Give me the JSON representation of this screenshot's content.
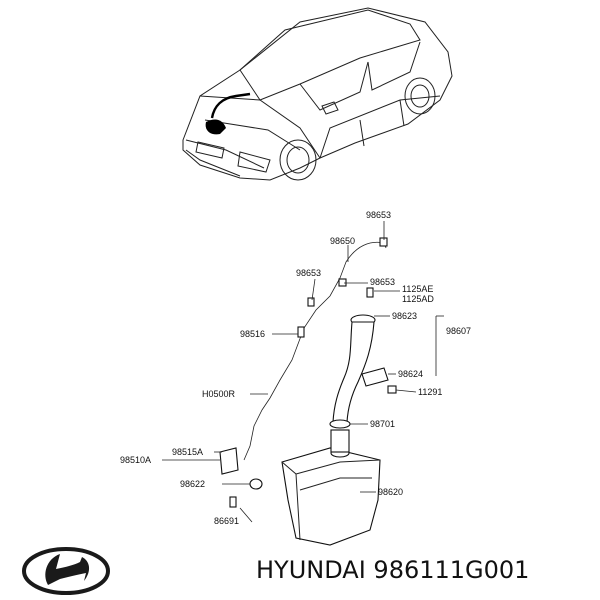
{
  "footer": {
    "brand": "HYUNDAI",
    "part_number": "986111G001"
  },
  "callouts": {
    "c98653_top": "98653",
    "c98650": "98650",
    "c98653_left": "98653",
    "c98653_mid": "98653",
    "c1125AE": "1125AE",
    "c1125AD": "1125AD",
    "c98623": "98623",
    "c98607": "98607",
    "c98516": "98516",
    "c98624": "98624",
    "cH0500R": "H0500R",
    "c11291": "11291",
    "c98701": "98701",
    "c98510A": "98510A",
    "c98515A": "98515A",
    "c98622": "98622",
    "c98620": "98620",
    "c86691": "86691"
  },
  "colors": {
    "ink": "#111111",
    "background": "#ffffff"
  }
}
